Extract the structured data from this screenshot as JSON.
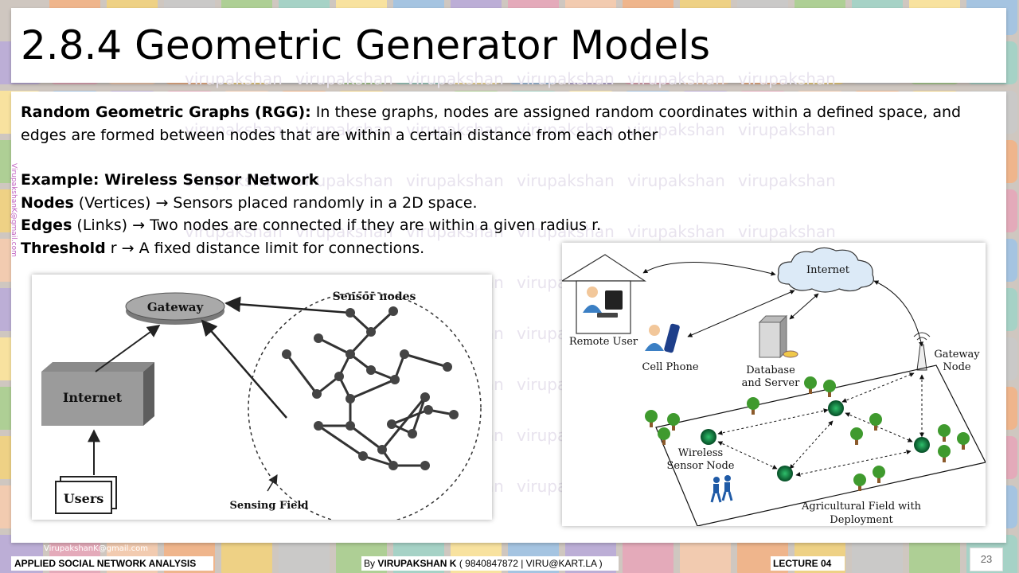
{
  "slide": {
    "title": "2.8.4   Geometric Generator Models",
    "rgg_term": "Random Geometric Graphs (RGG):",
    "rgg_text": " In these graphs, nodes are assigned random coordinates within a defined space, and edges are formed between nodes that are within a certain distance from each other",
    "example_heading": "Example: Wireless Sensor Network",
    "nodes_term": "Nodes",
    "nodes_text": " (Vertices) → Sensors placed randomly in a 2D space.",
    "edges_term": "Edges",
    "edges_text": " (Links) → Two nodes are connected if they are within a given radius r.",
    "threshold_term": "Threshold",
    "threshold_text": " r → A fixed distance limit for connections.",
    "side_email": "VirupakshanK@gmail.com",
    "watermark": "virupakshan"
  },
  "figure_left": {
    "gateway": "Gateway",
    "sensor_nodes": "Sensor nodes",
    "internet": "Internet",
    "users": "Users",
    "sensing_field": "Sensing Field"
  },
  "figure_right": {
    "internet": "Internet",
    "remote_user": "Remote User",
    "cell_phone": "Cell Phone",
    "database_1": "Database",
    "database_2": "and Server",
    "gateway_1": "Gateway",
    "gateway_2": "Node",
    "wireless_1": "Wireless",
    "wireless_2": "Sensor Node",
    "field_1": "Agricultural Field with",
    "field_2": "Deployment"
  },
  "footer": {
    "email": "VirupakshanK@gmail.com",
    "course": "APPLIED SOCIAL NETWORK ANALYSIS",
    "by_label": "By",
    "author": "VIRUPAKSHAN K",
    "contact": " ( 9840847872 | VIRU@KART.LA )",
    "lecture": "LECTURE 04",
    "page_number": "23"
  },
  "colors": {
    "tree_green": "#3f9a2e",
    "sensor_green": "#0d6b3a",
    "cloud": "#dceaf7"
  }
}
